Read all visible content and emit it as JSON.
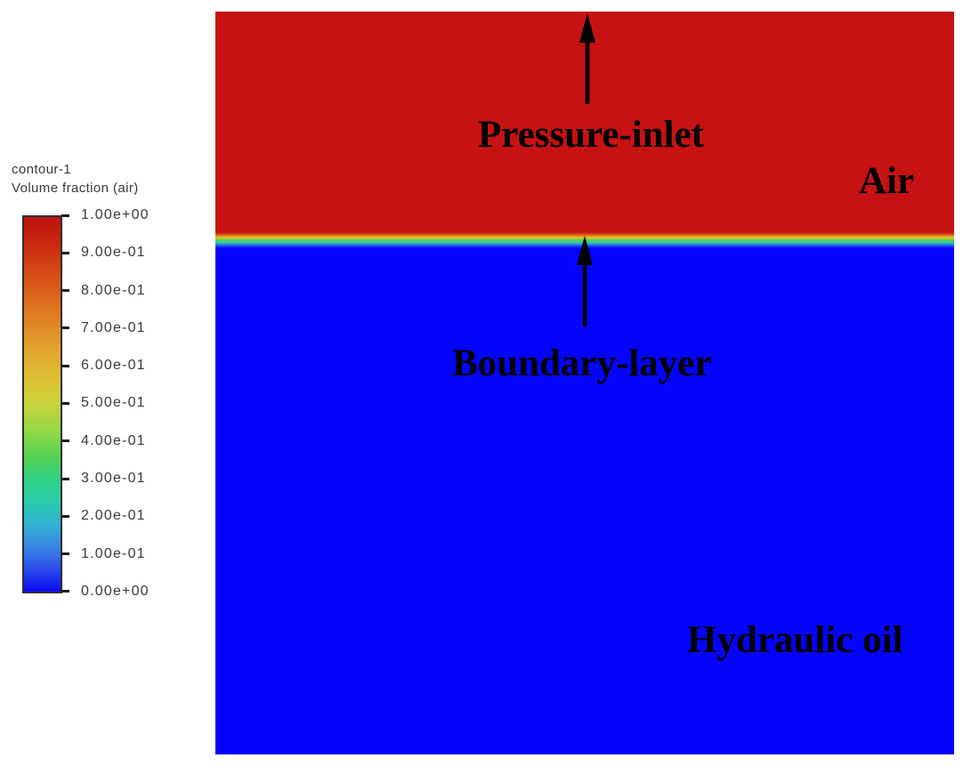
{
  "figure": {
    "legend": {
      "title_line1": "contour-1",
      "title_line2": "Volume fraction (air)",
      "ticks": [
        "1.00e+00",
        "9.00e-01",
        "8.00e-01",
        "7.00e-01",
        "6.00e-01",
        "5.00e-01",
        "4.00e-01",
        "3.00e-01",
        "2.00e-01",
        "1.00e-01",
        "0.00e+00"
      ]
    },
    "annotations": {
      "pressure_inlet": "Pressure-inlet",
      "air": "Air",
      "boundary_layer": "Boundary-layer",
      "hydraulic_oil": "Hydraulic oil"
    }
  },
  "colors": {
    "air-red": "#c61212",
    "oil-blue": "#0404fa",
    "annotation-black": "#000000",
    "legend-text": "#3a3a3a"
  },
  "chart_data": {
    "type": "heatmap",
    "title": "contour-1",
    "colorbar_label": "Volume fraction (air)",
    "colorbar_range": [
      0.0,
      1.0
    ],
    "colorbar_ticks": [
      1.0,
      0.9,
      0.8,
      0.7,
      0.6,
      0.5,
      0.4,
      0.3,
      0.2,
      0.1,
      0.0
    ],
    "colorbar_tick_labels": [
      "1.00e+00",
      "9.00e-01",
      "8.00e-01",
      "7.00e-01",
      "6.00e-01",
      "5.00e-01",
      "4.00e-01",
      "3.00e-01",
      "2.00e-01",
      "1.00e-01",
      "0.00e+00"
    ],
    "colorbar_colormap_low_to_high": [
      "#0a0af6",
      "#3886e2",
      "#2accac",
      "#54d252",
      "#c8d23c",
      "#e2a22c",
      "#d85418",
      "#bc1210"
    ],
    "legend_position": "left",
    "grid": false,
    "regions": [
      {
        "label": "Air",
        "volume_fraction_air": 1.0,
        "color": "#c61212",
        "extent": "top ~30% of domain"
      },
      {
        "label": "Hydraulic oil",
        "volume_fraction_air": 0.0,
        "color": "#0404fa",
        "extent": "bottom ~70% of domain"
      }
    ],
    "interface": {
      "description": "thin horizontal rainbow transition band between air and oil at ~30% height from top",
      "volume_fraction_span": [
        1.0,
        0.0
      ]
    },
    "annotations": [
      {
        "text": "Pressure-inlet",
        "arrow": "up arrow at top boundary"
      },
      {
        "text": "Air"
      },
      {
        "text": "Boundary-layer",
        "arrow": "up arrow pointing at interface"
      },
      {
        "text": "Hydraulic oil"
      }
    ]
  }
}
